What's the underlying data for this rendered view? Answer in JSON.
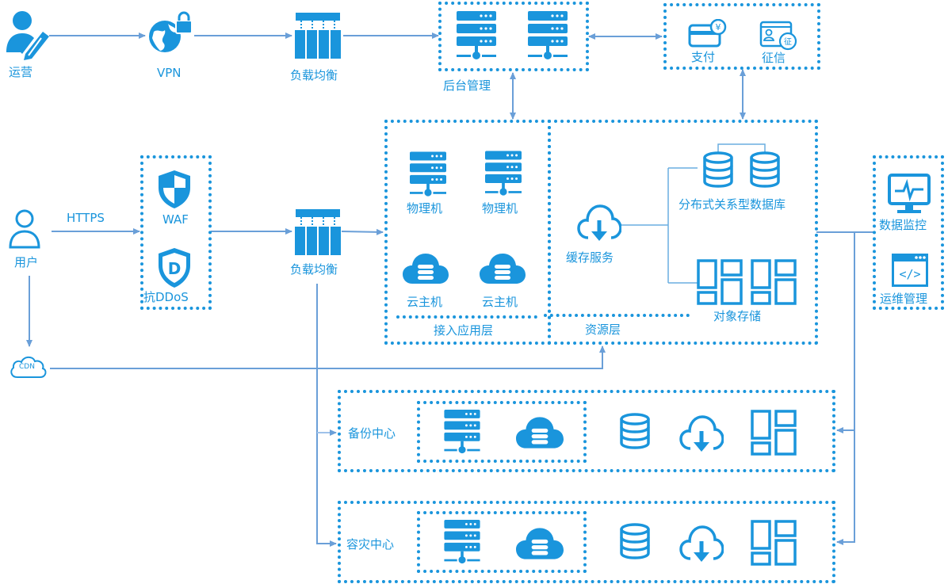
{
  "colors": {
    "primary": "#1a95dc",
    "connector": "#6a9fd8"
  },
  "top_row": {
    "operator": "运营",
    "vpn": "VPN",
    "load_balancer": "负载均衡",
    "backend_admin": "后台管理",
    "payment": "支付",
    "credit": "征信",
    "credit_badge": "征",
    "currency_badge": "¥"
  },
  "user_row": {
    "user": "用户",
    "https": "HTTPS",
    "waf": "WAF",
    "anti_ddos": "抗DDoS",
    "ddos_badge": "D",
    "load_balancer": "负载均衡",
    "cdn": "CDN"
  },
  "access_layer": {
    "title": "接入应用层",
    "physical_1": "物理机",
    "physical_2": "物理机",
    "cloud_1": "云主机",
    "cloud_2": "云主机"
  },
  "resource_layer": {
    "title": "资源层",
    "cache": "缓存服务",
    "database": "分布式关系型数据库",
    "object_storage": "对象存储"
  },
  "ops": {
    "monitoring": "数据监控",
    "ops_management": "运维管理",
    "code_glyph": "</>"
  },
  "backup_center": {
    "title": "备份中心"
  },
  "dr_center": {
    "title": "容灾中心"
  }
}
